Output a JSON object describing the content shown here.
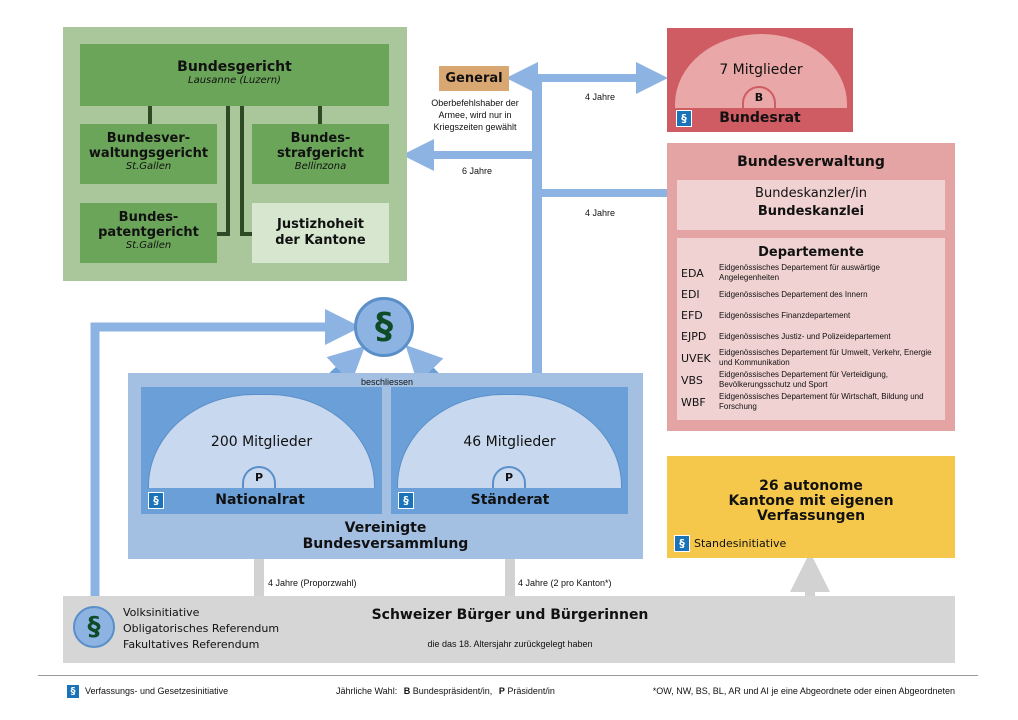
{
  "courts": {
    "bundesgericht": {
      "title": "Bundesgericht",
      "location": "Lausanne (Luzern)"
    },
    "verwaltungsgericht": {
      "line1": "Bundesver-",
      "line2": "waltungsgericht",
      "location": "St.Gallen"
    },
    "strafgericht": {
      "line1": "Bundes-",
      "line2": "strafgericht",
      "location": "Bellinzona"
    },
    "patentgericht": {
      "line1": "Bundes-",
      "line2": "patentgericht",
      "location": "St.Gallen"
    },
    "justizhoheit": {
      "line1": "Justizhoheit",
      "line2": "der Kantone"
    }
  },
  "general": {
    "title": "General",
    "note_lines": [
      "Oberbefehlshaber der",
      "Armee, wird nur in",
      "Kriegszeiten gewählt"
    ]
  },
  "bundesrat": {
    "members": "7 Mitglieder",
    "letter": "B",
    "title": "Bundesrat"
  },
  "verwaltung": {
    "title": "Bundesverwaltung",
    "kanzler": "Bundeskanzler/in",
    "kanzlei": "Bundeskanzlei",
    "departemente_title": "Departemente",
    "departemente": [
      {
        "abbr": "EDA",
        "name": "Eidgenössisches Departement für auswärtige Angelegenheiten"
      },
      {
        "abbr": "EDI",
        "name": "Eidgenössisches Departement des Innern"
      },
      {
        "abbr": "EFD",
        "name": "Eidgenössisches Finanzdepartement"
      },
      {
        "abbr": "EJPD",
        "name": "Eidgenössisches Justiz- und Polizeidepartement"
      },
      {
        "abbr": "UVEK",
        "name": "Eidgenössisches Departement für Umwelt, Verkehr, Energie und Kommunikation"
      },
      {
        "abbr": "VBS",
        "name": "Eidgenössisches Departement für Verteidigung, Bevölkerungsschutz und Sport"
      },
      {
        "abbr": "WBF",
        "name": "Eidgenössisches Departement für Wirtschaft, Bildung und Forschung"
      }
    ]
  },
  "arrows": {
    "bundesrat_years": "4 Jahre",
    "courts_years": "6 Jahre",
    "kanzler_years": "4 Jahre",
    "beschliessen": "beschliessen",
    "nationalrat_election": "4 Jahre (Proporzwahl)",
    "staenderat_election": "4 Jahre (2 pro Kanton*)"
  },
  "paragraph_symbol": "§",
  "parliament": {
    "nationalrat": {
      "members": "200 Mitglieder",
      "letter": "P",
      "title": "Nationalrat"
    },
    "staenderat": {
      "members": "46 Mitglieder",
      "letter": "P",
      "title": "Ständerat"
    },
    "title_line1": "Vereinigte",
    "title_line2": "Bundesversammlung"
  },
  "kantone": {
    "line1": "26 autonome",
    "line2": "Kantone mit eigenen",
    "line3": "Verfassungen",
    "initiative": "Standesinitiative"
  },
  "buerger": {
    "rights": [
      "Volksinitiative",
      "Obligatorisches Referendum",
      "Fakultatives Referendum"
    ],
    "title": "Schweizer Bürger und Bürgerinnen",
    "subtitle": "die das 18. Altersjahr zurückgelegt haben"
  },
  "legend": {
    "initiative": "Verfassungs- und Gesetzesinitiative",
    "election_prefix": "Jährliche Wahl:",
    "b_letter": "B",
    "b_text": "Bundespräsident/in,",
    "p_letter": "P",
    "p_text": "Präsident/in",
    "footnote": "*OW, NW, BS, BL, AR und AI je eine Abgeordnete oder einen Abgeordneten"
  },
  "colors": {
    "courts_bg": "#a9c79a",
    "court_dark": "#6ba55a",
    "bundesrat": "#cf5b63",
    "verwaltung": "#e4a4a4",
    "parliament": "#a3c0e3",
    "kantone": "#f5c84c",
    "buerger": "#d6d6d6",
    "arrow_blue": "#8db3e2",
    "paragraph": "#1a73b8"
  }
}
